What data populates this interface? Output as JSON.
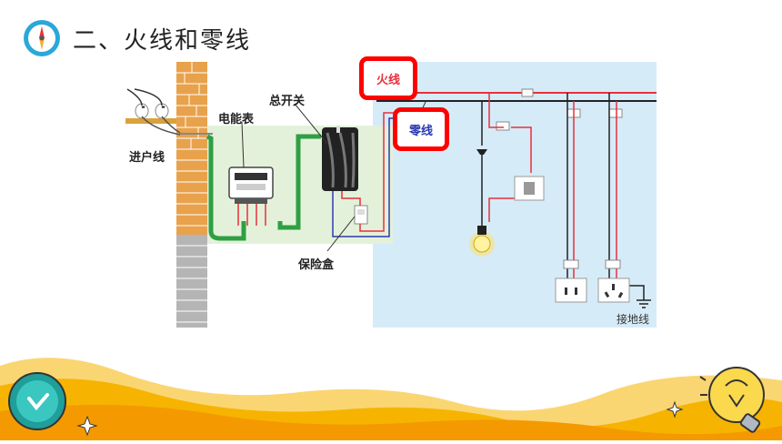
{
  "header": {
    "title": "二、火线和零线"
  },
  "diagram": {
    "labels": {
      "incoming": "进户线",
      "meter": "电能表",
      "main_switch": "总开关",
      "fuse_box": "保险盒",
      "live": "火线",
      "neutral": "零线",
      "ground": "接地线"
    }
  },
  "colors": {
    "live_wire": "#e8303c",
    "neutral_wire": "#2a3ab0",
    "meter_wire": "#2ea043",
    "highlight_box": "#ff0000",
    "bg_panel": "#d6ebf8"
  },
  "icons": [
    "compass-icon",
    "clock-icon",
    "lightbulb-icon"
  ]
}
